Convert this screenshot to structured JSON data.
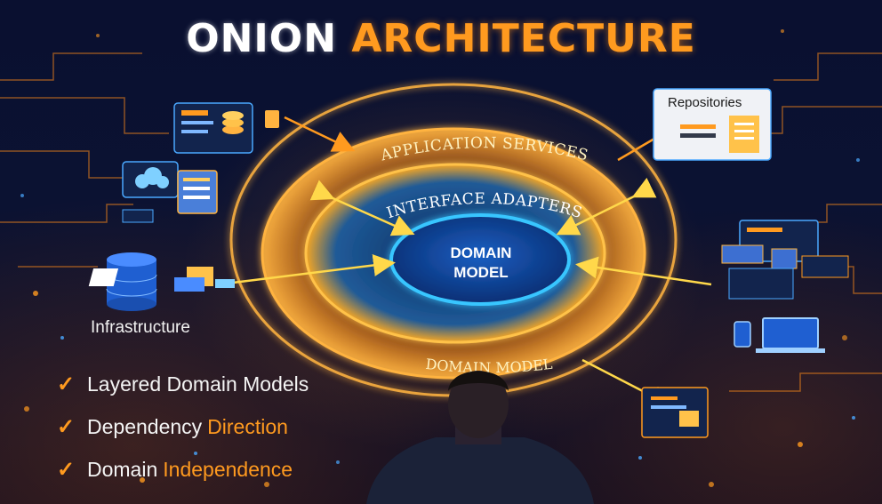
{
  "title": {
    "word1": "ONION",
    "word2": "ARCHITECTURE"
  },
  "layers": {
    "outer": "APPLICATION SERVICES",
    "middle": "INTERFACE ADAPTERS",
    "core_line1": "DOMAIN",
    "core_line2": "MODEL",
    "bottom_ring": "DOMAIN MODEL"
  },
  "labels": {
    "infrastructure": "Infrastructure",
    "repositories": "Repositories"
  },
  "checklist": [
    {
      "text": "Layered Domain Models",
      "highlight": ""
    },
    {
      "text": "Dependency",
      "highlight": "Direction"
    },
    {
      "text": "Domain",
      "highlight": "Independence"
    }
  ],
  "icons": {
    "check": "✓"
  },
  "colors": {
    "accent": "#ff9a1f",
    "core": "#0d3d8f",
    "ring": "#f5a623",
    "glow_blue": "#39c6ff"
  }
}
